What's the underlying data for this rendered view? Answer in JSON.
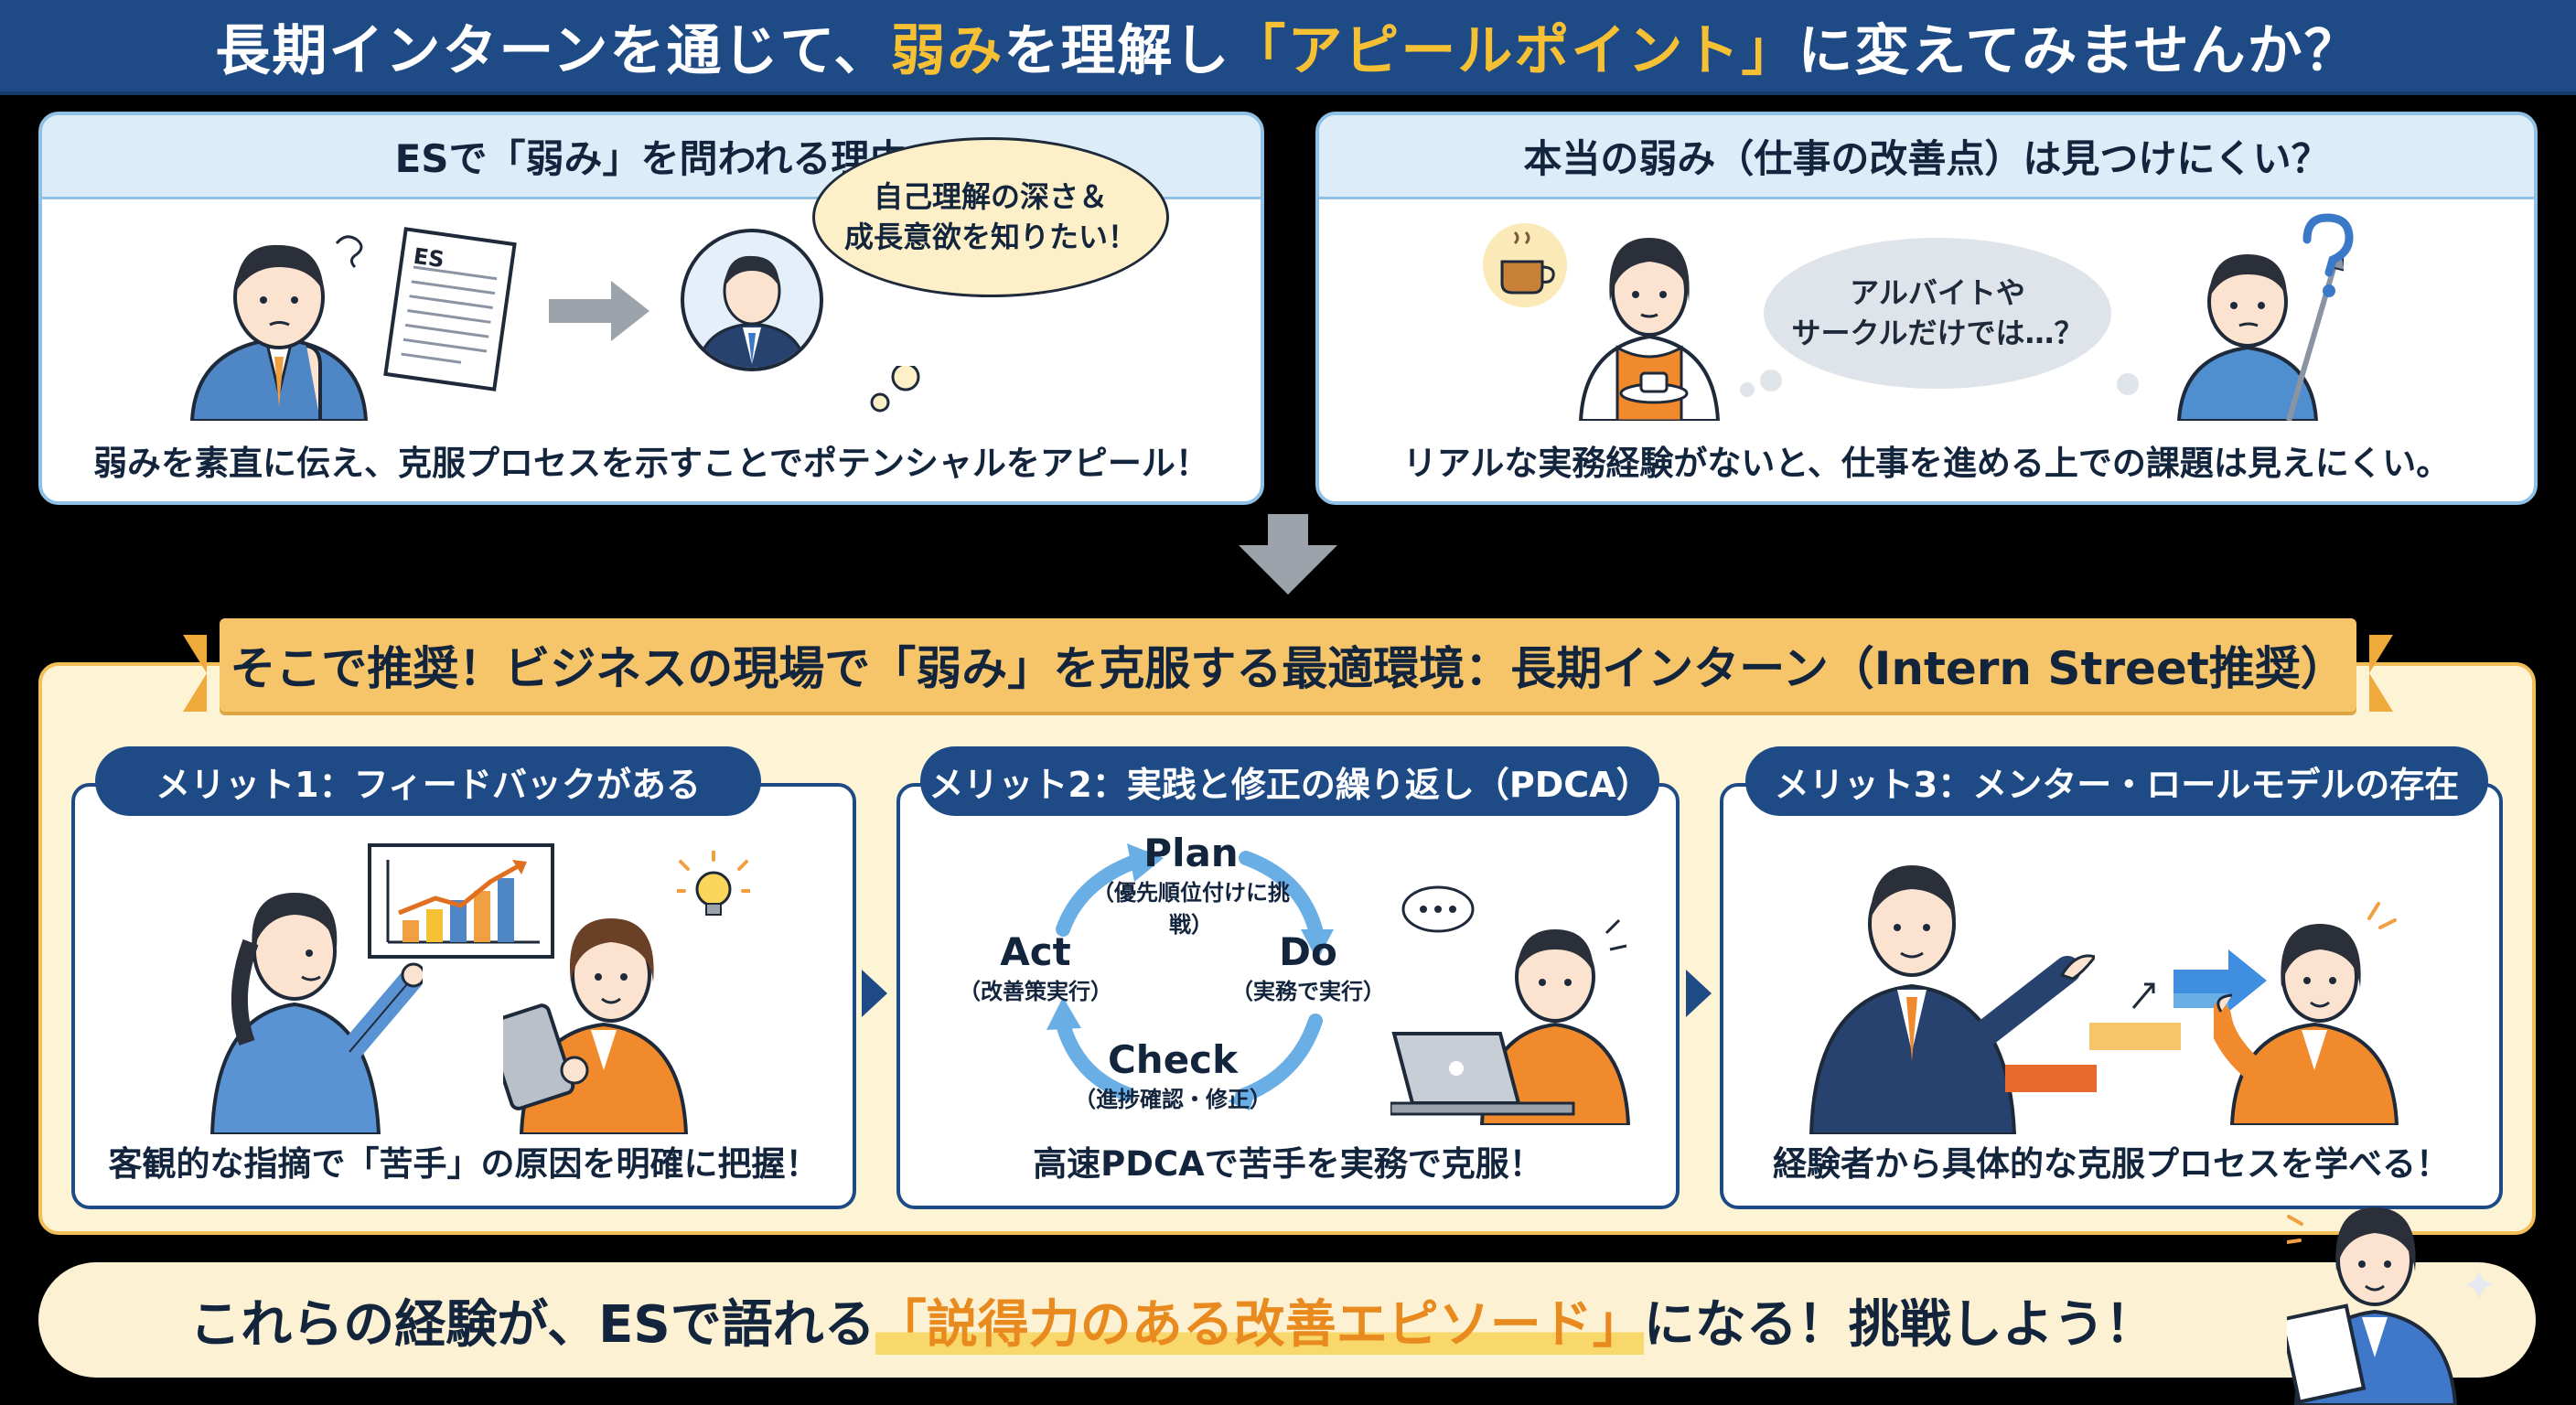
{
  "header": {
    "title_part1": "長期インターンを通じて、",
    "title_hl1": "弱み",
    "title_part2": "を理解し",
    "title_hl2": "「アピールポイント」",
    "title_part3": "に変えてみませんか？"
  },
  "left_panel": {
    "title": "ESで「弱み」を問われる理由",
    "es_label": "ES",
    "bubble_line1": "自己理解の深さ＆",
    "bubble_line2": "成長意欲を知りたい！",
    "caption": "弱みを素直に伝え、克服プロセスを示すことでポテンシャルをアピール！"
  },
  "right_panel": {
    "title": "本当の弱み（仕事の改善点）は見つけにくい？",
    "bubble_line1": "アルバイトや",
    "bubble_line2": "サークルだけでは…？",
    "caption": "リアルな実務経験がないと、仕事を進める上での課題は見えにくい。"
  },
  "ribbon": {
    "text": "そこで推奨！ビジネスの現場で「弱み」を克服する最適環境：長期インターン（Intern Street推奨）"
  },
  "merits": [
    {
      "tab": "メリット1：フィードバックがある",
      "caption": "客観的な指摘で「苦手」の原因を明確に把握！"
    },
    {
      "tab": "メリット2：実践と修正の繰り返し（PDCA）",
      "caption": "高速PDCAで苦手を実務で克服！",
      "pdca": {
        "plan": "Plan",
        "plan_sub": "（優先順位付けに挑戦）",
        "do": "Do",
        "do_sub": "（実務で実行）",
        "check": "Check",
        "check_sub": "（進捗確認・修正）",
        "act": "Act",
        "act_sub": "（改善策実行）"
      }
    },
    {
      "tab": "メリット3：メンター・ロールモデルの存在",
      "caption": "経験者から具体的な克服プロセスを学べる！"
    }
  ],
  "bottom": {
    "part1": "これらの経験が、ESで語れる",
    "hl": "「説得力のある改善エピソード」",
    "part2": "になる！挑戦しよう！"
  },
  "colors": {
    "navy": "#1e4a86",
    "accent_yellow": "#f6c035",
    "orange": "#e98a1f",
    "light_blue": "#dcecf9",
    "cream": "#fdf4d6"
  },
  "icons": [
    "thinking-student-icon",
    "es-document-icon",
    "arrow-right-icon",
    "interviewer-icon",
    "coffee-icon",
    "cafe-staff-icon",
    "golf-student-icon",
    "question-mark-icon",
    "down-arrow-icon",
    "chart-board-icon",
    "lightbulb-icon",
    "pdca-cycle-icon",
    "laptop-worker-icon",
    "mentor-icon",
    "stairs-arrow-icon",
    "sparkle-icon"
  ]
}
